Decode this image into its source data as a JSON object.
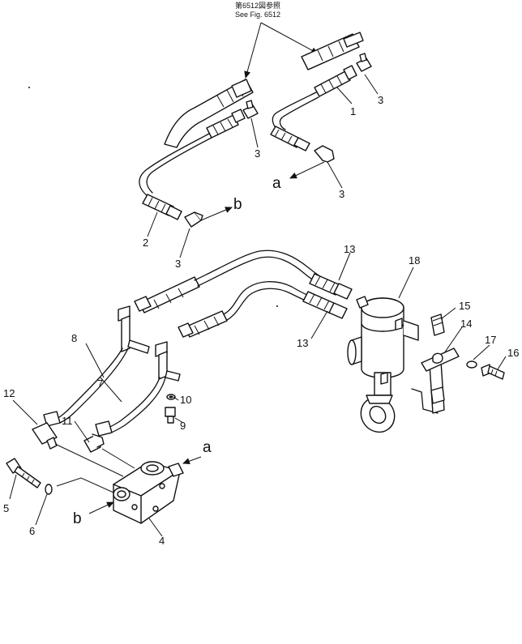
{
  "note": {
    "line1": "第6512図参照",
    "line2": "See Fig. 6512"
  },
  "callouts": {
    "p1": "1",
    "p2": "2",
    "p3a": "3",
    "p3b": "3",
    "p3c": "3",
    "p3d": "3",
    "p4": "4",
    "p5": "5",
    "p6": "6",
    "p7": "7",
    "p8": "8",
    "p9": "9",
    "p10": "10",
    "p11": "11",
    "p12": "12",
    "p13a": "13",
    "p13b": "13",
    "p14": "14",
    "p15": "15",
    "p16": "16",
    "p17": "17",
    "p18": "18"
  },
  "connections": {
    "a_upper": "a",
    "b_upper": "b",
    "a_lower": "a",
    "b_lower": "b"
  }
}
